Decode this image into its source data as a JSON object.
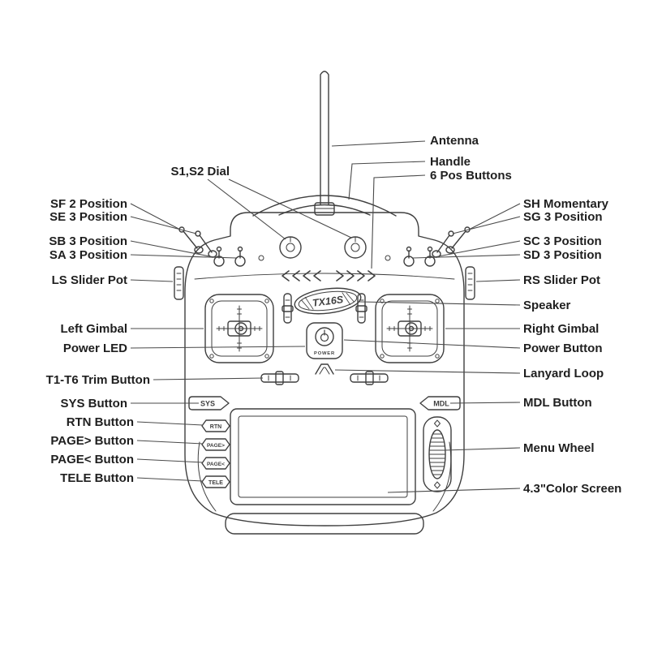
{
  "labels": {
    "antenna": "Antenna",
    "handle": "Handle",
    "six_pos": "6 Pos Buttons",
    "s1s2": "S1,S2 Dial",
    "sf": "SF 2 Position",
    "se": "SE 3 Position",
    "sb": "SB 3 Position",
    "sa": "SA 3 Position",
    "ls": "LS Slider Pot",
    "left_gimbal": "Left Gimbal",
    "power_led": "Power LED",
    "trim": "T1-T6 Trim Button",
    "sys": "SYS Button",
    "rtn": "RTN Button",
    "page_next": "PAGE> Button",
    "page_prev": "PAGE< Button",
    "tele": "TELE Button",
    "sh": "SH Momentary",
    "sg": "SG 3 Position",
    "sc": "SC 3 Position",
    "sd": "SD 3 Position",
    "rs": "RS Slider Pot",
    "speaker": "Speaker",
    "right_gimbal": "Right Gimbal",
    "power_button": "Power Button",
    "lanyard": "Lanyard Loop",
    "mdl": "MDL Button",
    "menu_wheel": "Menu Wheel",
    "screen": "4.3\"Color Screen"
  },
  "device": {
    "logo": "TX16S",
    "power": "POWER",
    "sys": "SYS",
    "mdl": "MDL",
    "rtn": "RTN",
    "page_next": "PAGE>",
    "page_prev": "PAGE<",
    "tele": "TELE"
  },
  "colors": {
    "device_line": "#3f3f3f",
    "leader_line": "#4a4a4a",
    "label_text": "#1f1f1f",
    "background": "#ffffff"
  }
}
